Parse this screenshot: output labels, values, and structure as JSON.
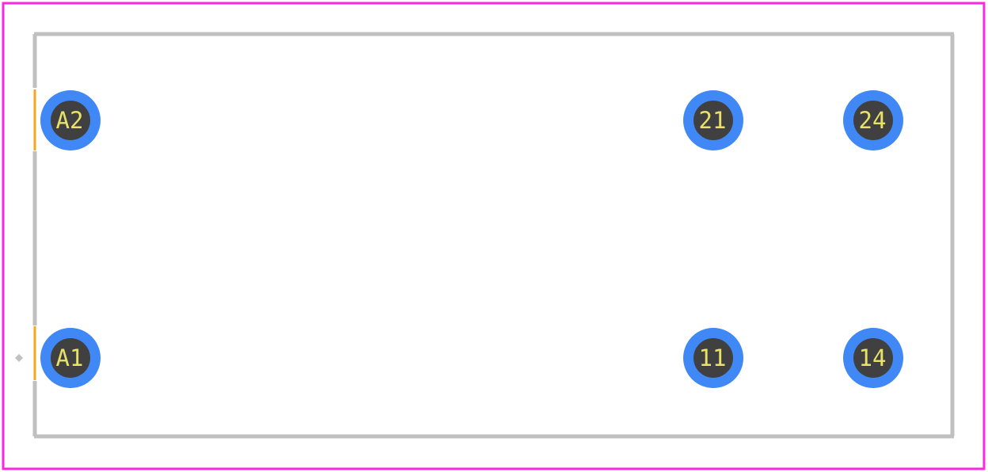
{
  "colors": {
    "courtyard": "#ff26e2",
    "silkscreen": "#c0c0c0",
    "assembly": "#f5a623",
    "pad_ring": "#3f88f5",
    "pad_hole": "#404040",
    "pad_text": "#e8e26a",
    "background": "#ffffff"
  },
  "pads": [
    {
      "id": "A2",
      "label": "A2"
    },
    {
      "id": "21",
      "label": "21"
    },
    {
      "id": "24",
      "label": "24"
    },
    {
      "id": "A1",
      "label": "A1"
    },
    {
      "id": "11",
      "label": "11"
    },
    {
      "id": "14",
      "label": "14"
    }
  ]
}
